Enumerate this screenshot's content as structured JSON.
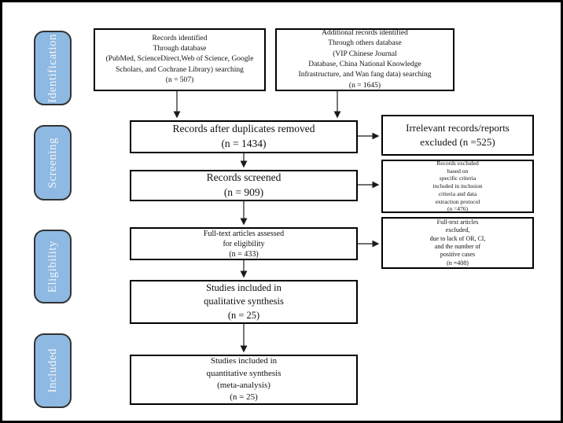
{
  "colors": {
    "stage_fill": "#8EB9E2",
    "stage_border": "#333333",
    "stage_text": "#F2F5FA",
    "box_border": "#000000",
    "arrow": "#1a1a1a",
    "frame": "#000000",
    "background": "#FFFFFF"
  },
  "sidebar": {
    "stages": [
      {
        "label": "Identification"
      },
      {
        "label": "Screening"
      },
      {
        "label": "Eligibility"
      },
      {
        "label": "Included"
      }
    ]
  },
  "flow": {
    "boxes": {
      "records_identified_database": "Records identified\nThrough database\n(PubMed, ScienceDirect,Web of Science, Google\nScholars, and Cochrane Library) searching\n(n = 507)",
      "additional_records_identified": "Additional records identified\nThrough others database\n(VIP Chinese Journal\nDatabase, China National Knowledge\nInfrastructure, and Wan fang data) searching\n(n = 1645)",
      "records_after_duplicates_removed": "Records after duplicates removed\n(n = 1434)",
      "irrelevant_records_excluded": "Irrelevant records/reports\nexcluded (n =525)",
      "records_screened": "Records screened\n(n = 909)",
      "records_excluded_criteria": "Records excluded\nbased on\nspecific criteria\nincluded in inclusion\ncriteria and data\nextraction protocol\n(n =476)",
      "full_text_assessed": "Full-text articles assessed\nfor eligibility\n(n = 433)",
      "full_text_excluded": "Full-text articles\nexcluded,\ndue to lack of OR, CI,\nand the number of\npositive cases\n(n =408)",
      "qualitative_synthesis": "Studies included in\nqualitative synthesis\n(n = 25)",
      "quantitative_synthesis": "Studies included in\nquantitative synthesis\n(meta-analysis)\n(n = 25)"
    }
  }
}
